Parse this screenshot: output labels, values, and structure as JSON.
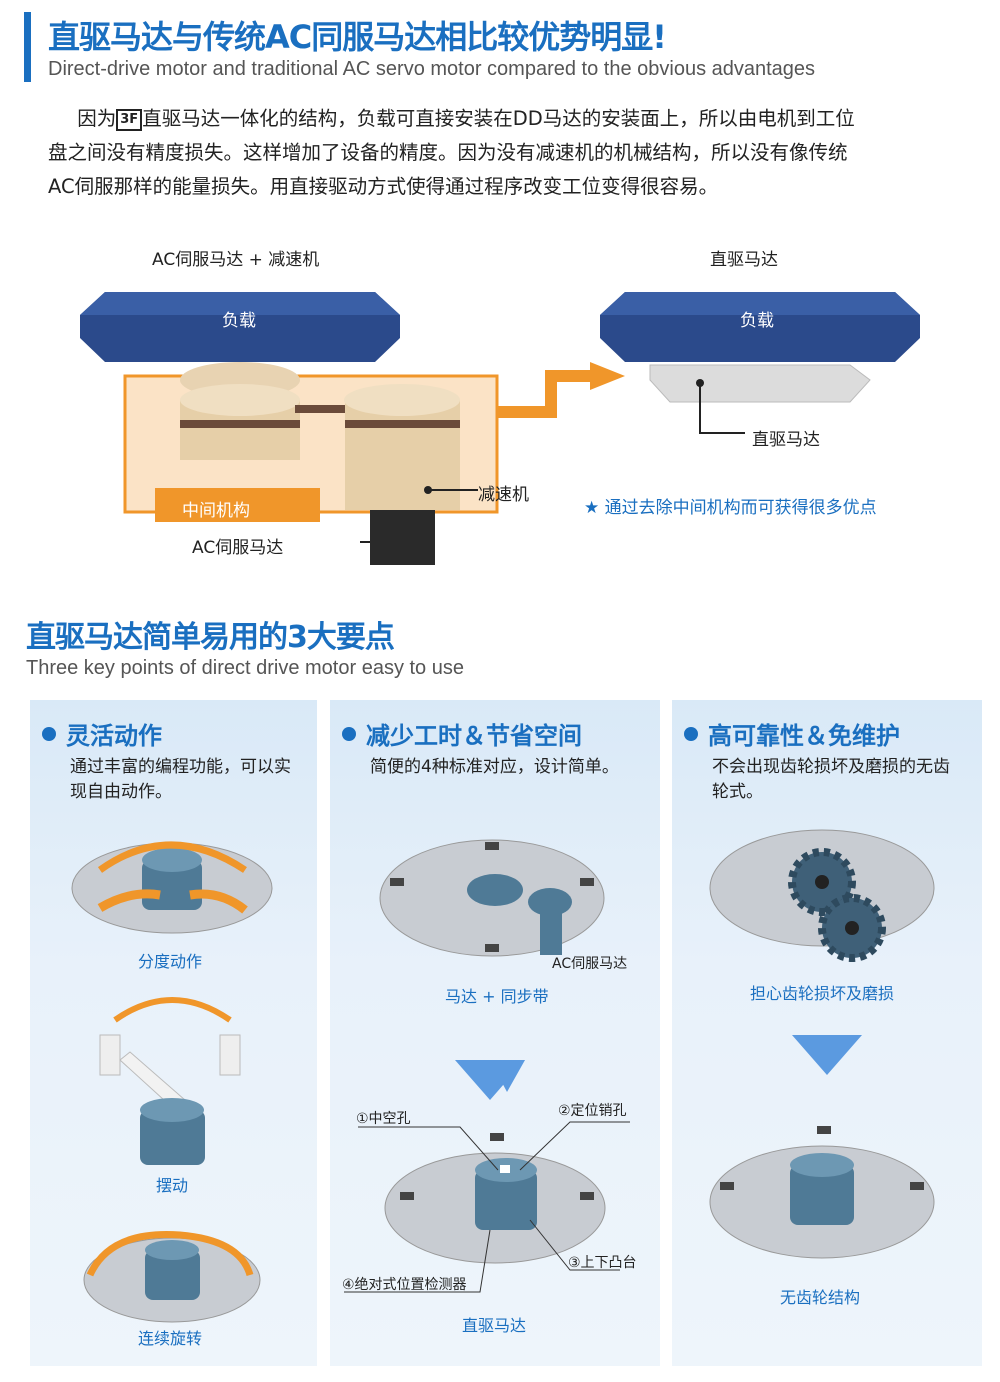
{
  "header": {
    "title": "直驱马达与传统AC同服马达相比较优势明显!",
    "subtitle": "Direct-drive motor and traditional AC servo motor compared to the obvious advantages",
    "paragraph": {
      "prefix": "因为",
      "logo_text": "3F",
      "line1": "直驱马达一体化的结构，负载可直接安装在DD马达的安装面上，所以由电机到工位",
      "line2": "盘之间没有精度损失。这样增加了设备的精度。因为没有减速机的机械结构，所以没有像传统",
      "line3": "AC伺服那样的能量损失。用直接驱动方式使得通过程序改变工位变得很容易。"
    }
  },
  "comparison": {
    "left_title": "AC伺服马达 + 减速机",
    "left_load": "负载",
    "reducer": "减速机",
    "middle_mechanism": "中间机构",
    "ac_servo": "AC伺服马达",
    "right_title": "直驱马达",
    "right_load": "负载",
    "dd_motor": "直驱马达",
    "note": "★ 通过去除中间机构而可获得很多优点",
    "colors": {
      "load": "#2b4a8b",
      "orange": "#f0962a",
      "note": "#1a6fc0"
    }
  },
  "section2": {
    "title": "直驱马达简单易用的3大要点",
    "subtitle": "Three key points of direct drive motor easy to use",
    "panels": [
      {
        "heading": "灵活动作",
        "desc": "通过丰富的编程功能，可以实现自由动作。",
        "captions": [
          "分度动作",
          "摆动",
          "连续旋转"
        ]
      },
      {
        "heading": "减少工时＆节省空间",
        "desc": "简便的4种标准对应，设计简单。",
        "ac_label": "AC伺服马达",
        "caption_top": "马达 + 同步带",
        "callouts": [
          "①中空孔",
          "②定位销孔",
          "③上下凸台",
          "④绝对式位置检测器"
        ],
        "caption_bottom": "直驱马达"
      },
      {
        "heading": "高可靠性＆免维护",
        "desc": "不会出现齿轮损坏及磨损的无齿轮式。",
        "caption_top": "担心齿轮损坏及磨损",
        "caption_bottom": "无齿轮结构"
      }
    ]
  }
}
